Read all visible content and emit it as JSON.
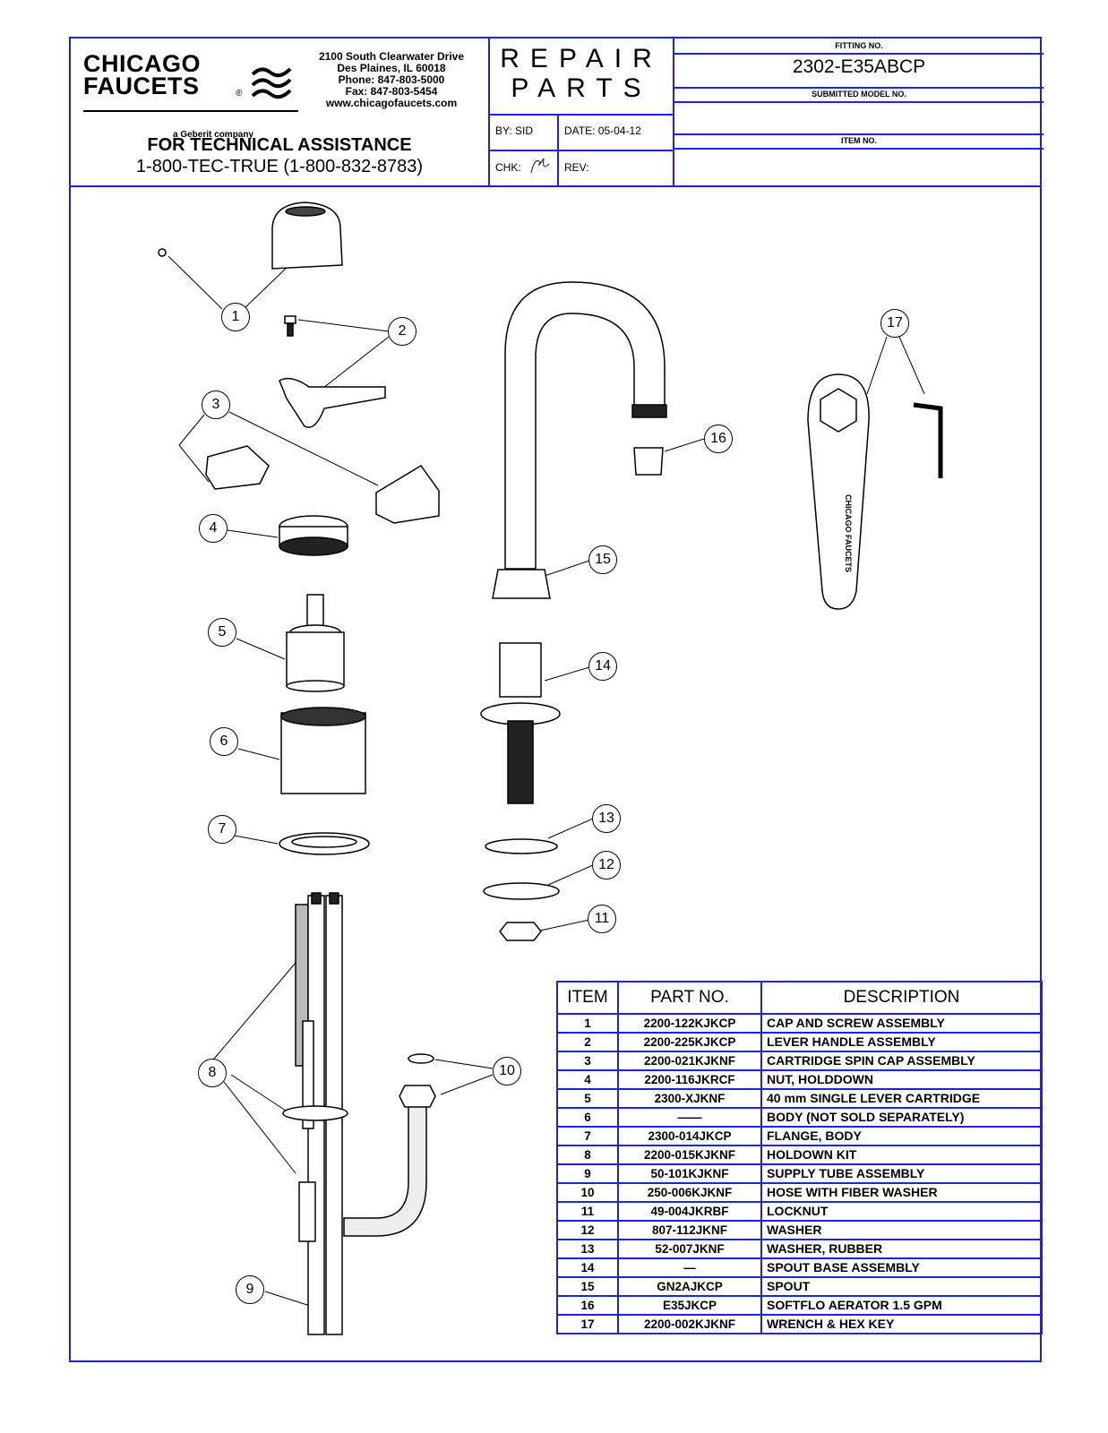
{
  "header": {
    "logo_line1": "CHICAGO",
    "logo_line2": "FAUCETS",
    "logo_tagline": "a Geberit company",
    "address_lines": [
      "2100 South Clearwater Drive",
      "Des Plaines, IL 60018",
      "Phone: 847-803-5000",
      "Fax: 847-803-5454",
      "www.chicagofaucets.com"
    ],
    "tech_title": "FOR TECHNICAL ASSISTANCE",
    "tech_phone": "1-800-TEC-TRUE (1-800-832-8783)",
    "repair_line1": "REPAIR",
    "repair_line2": "PARTS",
    "by": "BY:  SID",
    "date": "DATE: 05-04-12",
    "chk": "CHK:",
    "rev": "REV:",
    "fitting_label": "FITTING NO.",
    "fitting_no": "2302-E35ABCP",
    "submitted_label": "SUBMITTED MODEL NO.",
    "submitted_value": "",
    "item_label": "ITEM NO.",
    "item_value": ""
  },
  "callouts": [
    "1",
    "2",
    "3",
    "4",
    "5",
    "6",
    "7",
    "8",
    "9",
    "10",
    "11",
    "12",
    "13",
    "14",
    "15",
    "16",
    "17"
  ],
  "wrench_text": "CHICAGO FAUCETS",
  "table": {
    "headers": [
      "ITEM",
      "PART NO.",
      "DESCRIPTION"
    ],
    "rows": [
      [
        "1",
        "2200-122KJKCP",
        "CAP AND SCREW ASSEMBLY"
      ],
      [
        "2",
        "2200-225KJKCP",
        "LEVER HANDLE ASSEMBLY"
      ],
      [
        "3",
        "2200-021KJKNF",
        "CARTRIDGE SPIN CAP ASSEMBLY"
      ],
      [
        "4",
        "2200-116JKRCF",
        "NUT, HOLDDOWN"
      ],
      [
        "5",
        "2300-XJKNF",
        "40 mm SINGLE LEVER CARTRIDGE"
      ],
      [
        "6",
        "——",
        "BODY (NOT SOLD SEPARATELY)"
      ],
      [
        "7",
        "2300-014JKCP",
        "FLANGE, BODY"
      ],
      [
        "8",
        "2200-015KJKNF",
        "HOLDOWN KIT"
      ],
      [
        "9",
        "50-101KJKNF",
        "SUPPLY TUBE ASSEMBLY"
      ],
      [
        "10",
        "250-006KJKNF",
        "HOSE WITH FIBER WASHER"
      ],
      [
        "11",
        "49-004JKRBF",
        "LOCKNUT"
      ],
      [
        "12",
        "807-112JKNF",
        "WASHER"
      ],
      [
        "13",
        "52-007JKNF",
        "WASHER, RUBBER"
      ],
      [
        "14",
        "—",
        "SPOUT BASE ASSEMBLY"
      ],
      [
        "15",
        "GN2AJKCP",
        "SPOUT"
      ],
      [
        "16",
        "E35JKCP",
        "SOFTFLO AERATOR 1.5 GPM"
      ],
      [
        "17",
        "2200-002KJKNF",
        "WRENCH & HEX KEY"
      ]
    ]
  }
}
